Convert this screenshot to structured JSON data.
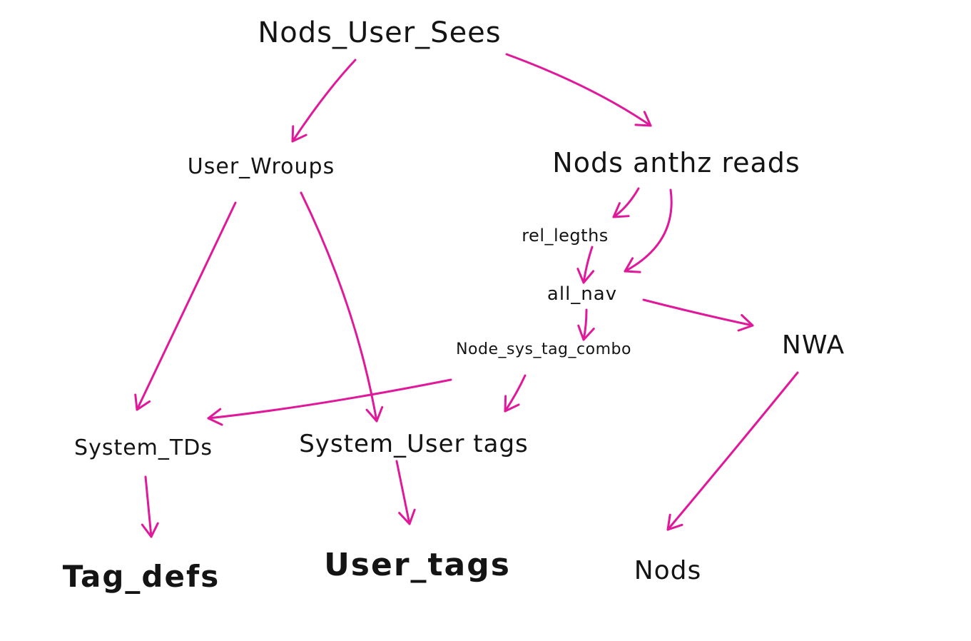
{
  "colors": {
    "edge": "#e0189a",
    "text": "#141414",
    "background": "#ffffff"
  },
  "nodes": {
    "nodes_user_sees": "Nods_User_Sees",
    "user_groups": "User_Wroups",
    "nodes_author_reads": "Nods anthz reads",
    "rel_lengths": "rel_legths",
    "all_nav": "all_nav",
    "node_sys_tag_combo": "Node_sys_tag_combo",
    "nwa": "NWA",
    "system_tds": "System_TDs",
    "system_user_tags": "System_User tags",
    "tag_defs": "Tag_defs",
    "user_tags": "User_tags",
    "nodes": "Nods"
  },
  "edges": [
    {
      "from": "nodes_user_sees",
      "to": "user_groups"
    },
    {
      "from": "nodes_user_sees",
      "to": "nodes_author_reads"
    },
    {
      "from": "user_groups",
      "to": "system_tds"
    },
    {
      "from": "user_groups",
      "to": "system_user_tags"
    },
    {
      "from": "nodes_author_reads",
      "to": "rel_lengths"
    },
    {
      "from": "nodes_author_reads",
      "to": "all_nav"
    },
    {
      "from": "rel_lengths",
      "to": "all_nav"
    },
    {
      "from": "all_nav",
      "to": "node_sys_tag_combo"
    },
    {
      "from": "all_nav",
      "to": "nwa"
    },
    {
      "from": "node_sys_tag_combo",
      "to": "system_tds"
    },
    {
      "from": "node_sys_tag_combo",
      "to": "system_user_tags"
    },
    {
      "from": "nwa",
      "to": "nodes"
    },
    {
      "from": "system_tds",
      "to": "tag_defs"
    },
    {
      "from": "system_user_tags",
      "to": "user_tags"
    }
  ]
}
